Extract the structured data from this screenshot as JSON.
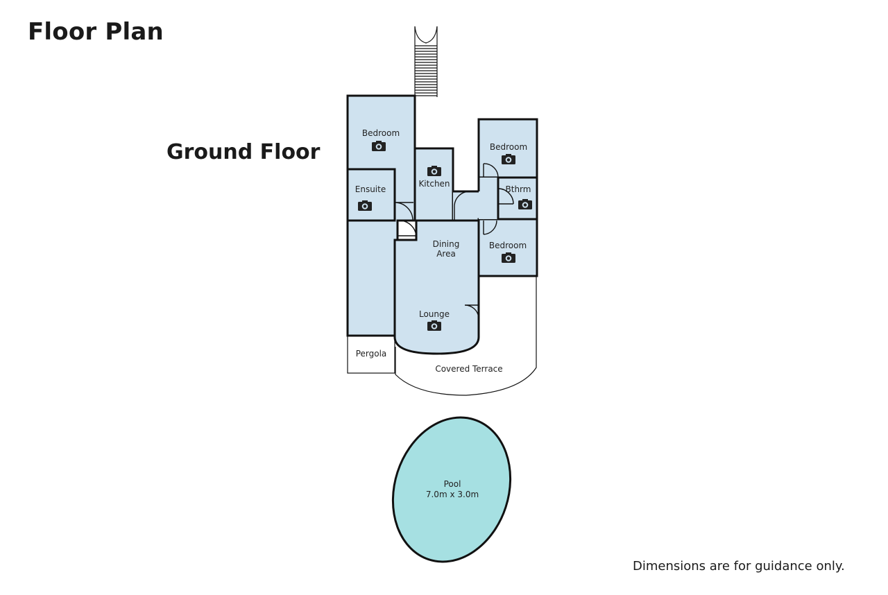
{
  "title": "Floor Plan",
  "floor": "Ground Floor",
  "disclaimer": "Dimensions are for guidance only.",
  "rooms": {
    "bedroom1": "Bedroom",
    "ensuite": "Ensuite",
    "kitchen": "Kitchen",
    "bedroom2": "Bedroom",
    "bathroom": "Bthrm",
    "dining_line1": "Dining",
    "dining_line2": "Area",
    "bedroom3": "Bedroom",
    "lounge": "Lounge",
    "pergola": "Pergola",
    "covered_terrace": "Covered Terrace",
    "pool_name": "Pool",
    "pool_size": "7.0m x 3.0m"
  },
  "colors": {
    "room_fill": "#cfe2ef",
    "pool_fill": "#a6e0e2",
    "wall": "#111111"
  },
  "icons": [
    "camera-icon",
    "stairs"
  ]
}
